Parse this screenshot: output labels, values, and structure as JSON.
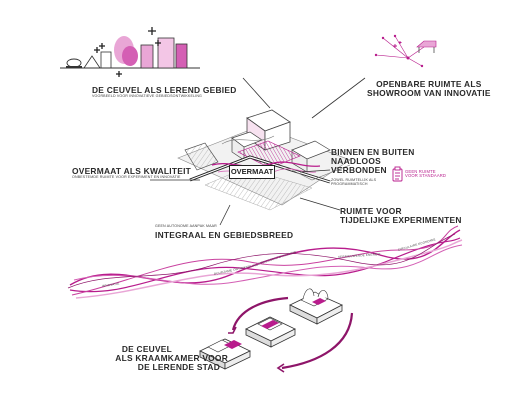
{
  "labels": {
    "lerend_gebied_title": "DE CEUVEL ALS LEREND GEBIED",
    "lerend_gebied_sub": "VOORBEELD VOOR INNOVATIEVE GEBIEDSONTWIKKELING",
    "showroom_line1": "OPENBARE RUIMTE ALS",
    "showroom_line2": "SHOWROOM VAN INNOVATIE",
    "overmaat_badge": "OVERMAAT",
    "kwaliteit_title": "OVERMAAT ALS KWALITEIT",
    "kwaliteit_sub": "ONBESTEMDE RUIMTE VOOR EXPERIMENT EN INNOVATIE",
    "verbonden_line1": "BINNEN EN BUITEN",
    "verbonden_line2": "NAADLOOS",
    "verbonden_line3": "VERBONDEN",
    "verbonden_sub1": "ZOWEL RUIMTELIJK ALS",
    "verbonden_sub2": "PROGRAMMATISCH",
    "standaard_line1": "GEEN RUIMTE",
    "standaard_line2": "VOOR STANDAARD",
    "integraal_sub": "GEEN AUTONOME AANPAK MAAR",
    "integraal_title": "INTEGRAAL EN GEBIEDSBREED",
    "experimenten_line1": "RUIMTE VOOR",
    "experimenten_line2": "TIJDELIJKE EXPERIMENTEN",
    "kraamkamer_line1": "DE CEUVEL",
    "kraamkamer_line2": "ALS KRAAMKAMER VOOR",
    "kraamkamer_line3": "DE LERENDE STAD"
  },
  "ribbon_labels": [
    "INNOVATIE",
    "DUURZAME ONTWIKKELING",
    "GEBIEDSONTWIKKELING",
    "VERNIEUWENDE ENERGIE",
    "CIRCULAIRE ECONOMIE"
  ],
  "colors": {
    "accent": "#b81c8c",
    "accent_light": "#e9a6d6",
    "ink": "#2a2a2a"
  }
}
